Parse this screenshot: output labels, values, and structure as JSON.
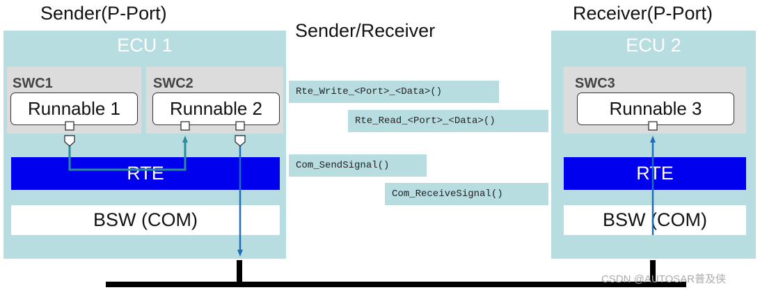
{
  "titles": {
    "sender": "Sender(P-Port)",
    "middle": "Sender/Receiver",
    "receiver": "Receiver(P-Port)"
  },
  "ecu1": {
    "title": "ECU 1",
    "swc1": {
      "label": "SWC1",
      "runnable": "Runnable 1"
    },
    "swc2": {
      "label": "SWC2",
      "runnable": "Runnable 2"
    },
    "rte": "RTE",
    "bsw": "BSW (COM)"
  },
  "ecu2": {
    "title": "ECU 2",
    "swc3": {
      "label": "SWC3",
      "runnable": "Runnable 3"
    },
    "rte": "RTE",
    "bsw": "BSW (COM)"
  },
  "apis": {
    "rte_write": "Rte_Write_<Port>_<Data>()",
    "rte_read": "Rte_Read_<Port>_<Data>()",
    "com_send": "Com_SendSignal()",
    "com_receive": "Com_ReceiveSignal()"
  },
  "watermark": "CSDN @AUTOSAR普及侠",
  "colors": {
    "ecu_background": "#b7dde1",
    "rte_blue": "#0000ee",
    "connector_teal": "#2e8b9a",
    "signal_blue": "#1f6fb8",
    "bus_black": "#000000"
  }
}
